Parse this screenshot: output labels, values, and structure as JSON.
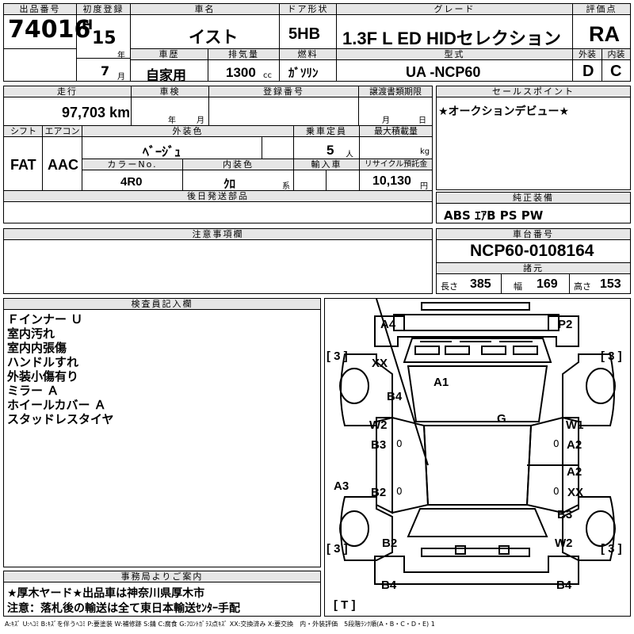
{
  "header": {
    "lot_no_label": "出品番号",
    "lot_no": "74016",
    "first_reg_label": "初度登録",
    "era": "H",
    "year": "15",
    "year_unit": "年",
    "month": "7",
    "month_unit": "月",
    "car_name_label": "車名",
    "car_name": "イスト",
    "door_label": "ドア形状",
    "door": "5HB",
    "grade_label": "グレード",
    "grade": "1.3F L ED HIDセレクション",
    "score_label": "評価点",
    "score": "RA",
    "history_label": "車歴",
    "history": "自家用",
    "displacement_label": "排気量",
    "displacement": "1300",
    "displacement_unit": "cc",
    "fuel_label": "燃料",
    "fuel": "ｶﾞｿﾘﾝ",
    "model_label": "型式",
    "model": "UA -NCP60",
    "ext_label": "外装",
    "ext_grade": "D",
    "int_label": "内装",
    "int_grade": "C"
  },
  "details": {
    "mileage_label": "走行",
    "mileage": "97,703 km",
    "inspection_label": "車検",
    "inspection_year": "年",
    "inspection_month": "月",
    "reg_no_label": "登録番号",
    "transfer_label": "譲渡書類期限",
    "transfer_month": "月",
    "transfer_day": "日",
    "shift_label": "シフト",
    "shift": "FAT",
    "ac_label": "エアコン",
    "ac": "AAC",
    "color_label": "外装色",
    "color": "ﾍﾞｰｼﾞｭ",
    "capacity_label": "乗車定員",
    "capacity": "5",
    "capacity_unit": "人",
    "max_load_label": "最大積載量",
    "max_load_unit": "kg",
    "color_no_label": "カラーNo.",
    "color_no": "4R0",
    "interior_color_label": "内装色",
    "interior_color": "ｸﾛ",
    "interior_color_unit": "系",
    "import_label": "輸入車",
    "recycle_label": "リサイクル預託金",
    "recycle": "10,130",
    "recycle_unit": "円",
    "later_parts_label": "後日発送部品"
  },
  "sales_point": {
    "label": "セールスポイント",
    "text": "★オークションデビュー★"
  },
  "equipment": {
    "label": "純正装備",
    "text": "ABS ｴｱB PS PW"
  },
  "notes": {
    "label": "注意事項欄"
  },
  "chassis": {
    "label": "車台番号",
    "number": "NCP60-0108164",
    "dims_label": "諸元",
    "length_label": "長さ",
    "length": "385",
    "width_label": "幅",
    "width": "169",
    "height_label": "高さ",
    "height": "153"
  },
  "inspector": {
    "label": "検査員記入欄",
    "items": [
      "Ｆインナー Ｕ",
      "室内汚れ",
      "室内内張傷",
      "ハンドルすれ",
      "外装小傷有り",
      "ミラー Ａ",
      "ホイールカバー Ａ",
      "スタッドレスタイヤ"
    ]
  },
  "office": {
    "label": "事務局よりご案内",
    "line1": "★厚木ヤード★出品車は神奈川県厚木市",
    "line2": "注意：落札後の輸送は全て東日本輸送ｾﾝﾀｰ手配"
  },
  "diagram": {
    "tire_left_top": "[ 3 ]",
    "tire_right_top": "[ 3 ]",
    "tire_left_bottom": "[ 3 ]",
    "tire_right_bottom": "[ 3 ]",
    "tire_spare": "[ T ]",
    "labels": {
      "a4": "A4",
      "p2": "P2",
      "xx1": "XX",
      "b4a": "B4",
      "a1": "A1",
      "g": "G",
      "w2a": "W2",
      "b3a": "B3",
      "w1": "W1",
      "a2a": "A2",
      "a3": "A3",
      "b2a": "B2",
      "a2b": "A2",
      "xx2": "XX",
      "b3b": "B3",
      "b2b": "B2",
      "w2b": "W2",
      "b4b": "B4",
      "b4c": "B4",
      "zero1": "0",
      "zero2": "0",
      "zero3": "0",
      "zero4": "0"
    }
  },
  "legend": "A:ｷｽﾞ U:ﾍｺﾐ B:ｷｽﾞを伴うﾍｺﾐ P:要塗装 W:補修跡 S:錆 C:腐食 G:ﾌﾛﾝﾄｶﾞﾗｽ点ｷｽﾞ XX:交換済み X:要交換　内・外装評価　5段階ﾗﾝｸ順(A・B・C・D・E) 1"
}
